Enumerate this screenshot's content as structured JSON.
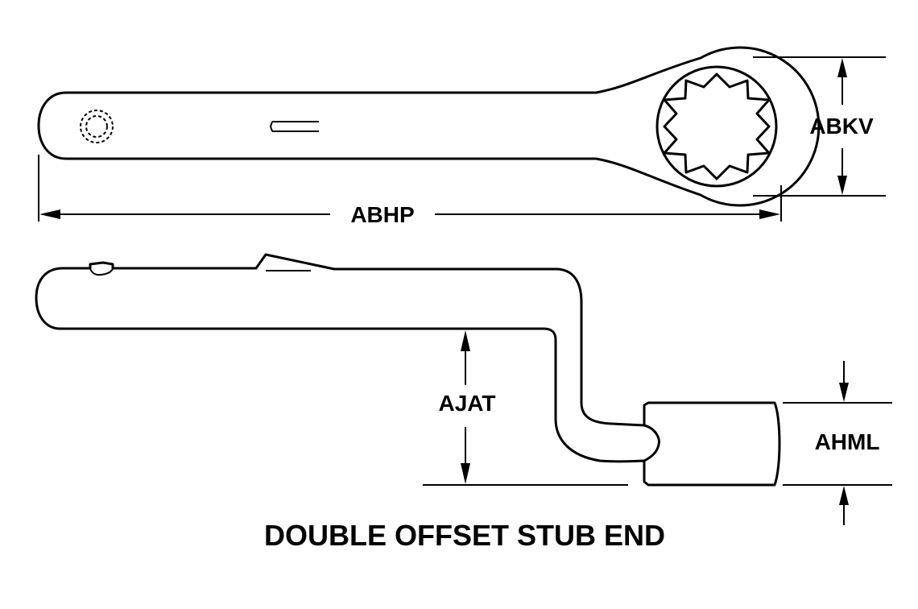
{
  "labels": {
    "overall_length": "ABHP",
    "box_size": "ABKV",
    "offset_depth": "AJAT",
    "head_thickness": "AHML"
  },
  "title": "DOUBLE OFFSET STUB END"
}
